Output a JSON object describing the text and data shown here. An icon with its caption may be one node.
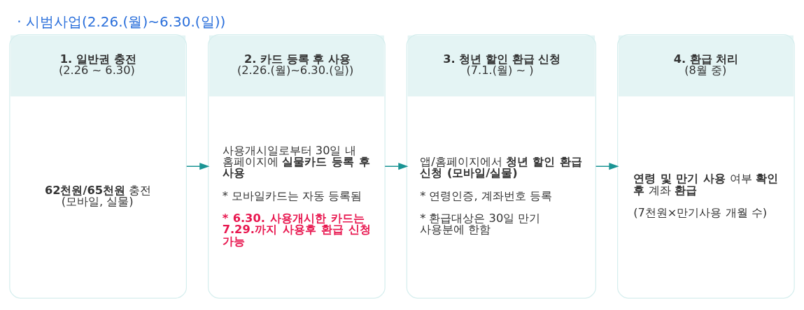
{
  "diagram": {
    "title": "· 시범사업(2.26.(월)~6.30.(일))",
    "nodes": [
      {
        "text": [
          "1. 일반권 충전",
          "(2.26 ~ 6.30)",
          "**62천원/65천원** 충전 (모바일, 실물)"
        ]
      },
      {
        "text": [
          "2. 카드 등록 후 사용",
          "(2.26.(월)~6.30.(일))",
          "사용개시일로부터 30일 내 홈페이지에 **실물카드 등록 후 사용**",
          "* 모바일카드는 자동 등록됨",
          "* 6.30. 사용개시한 카드는 7.29.까지 사용후 환급 신청 가능"
        ]
      },
      {
        "text": [
          "3. 청년 할인 환급 신청",
          "(7.1.(월) ~ )",
          "앱/홈페이지에서 **청년 할인 환급 신청 (모바일/실물)**",
          "* 연령인증, 계좌번호 등록",
          "* 환급대상은 30일 만기 사용분에 한함"
        ]
      },
      {
        "text": [
          "4. 환급 처리",
          "(8월 중)",
          "**연령 및 만기 사용** 여부 **확인 후** 계좌 **환급**",
          "(7천원×만기사용 개월 수)"
        ]
      }
    ],
    "edges": [
      {
        "from": 0,
        "to": 1,
        "arrow": "to"
      },
      {
        "from": 1,
        "to": 2,
        "arrow": "to"
      },
      {
        "from": 2,
        "to": 3,
        "arrow": "to"
      }
    ]
  }
}
